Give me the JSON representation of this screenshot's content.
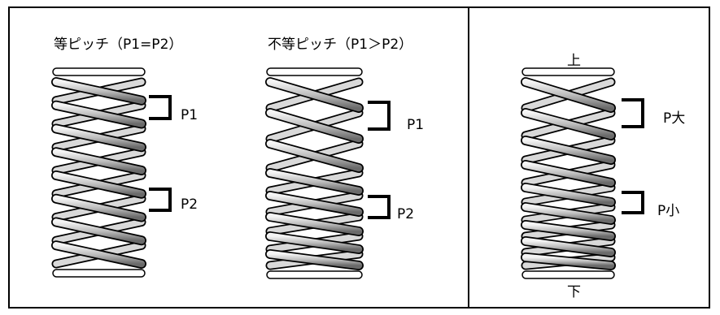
{
  "panel1": {
    "title": "等ピッチ（P1=P2）",
    "label_upper": "P1",
    "label_lower": "P2"
  },
  "panel2": {
    "title": "不等ピッチ（P1＞P2）",
    "label_upper": "P1",
    "label_lower": "P2"
  },
  "panel3": {
    "label_top": "上",
    "label_bottom": "下",
    "label_upper": "P大",
    "label_lower": "P小"
  }
}
